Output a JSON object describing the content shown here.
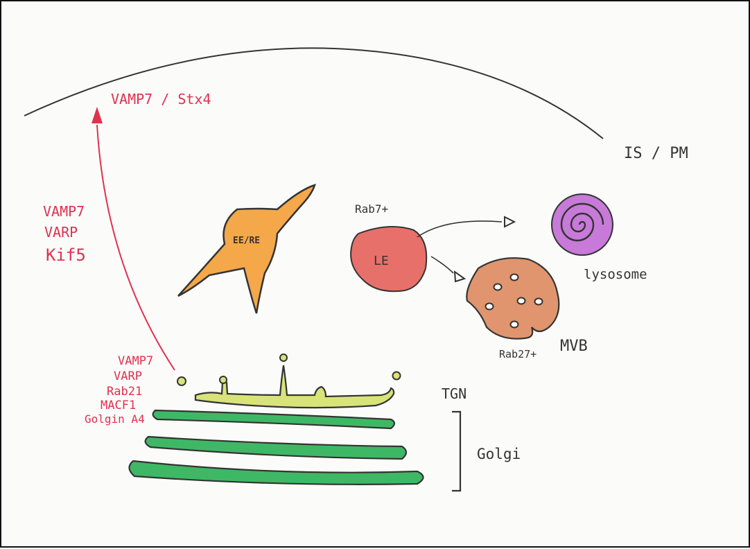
{
  "colors": {
    "red_label": "#e0314e",
    "ink": "#333333",
    "ee_re": "#f4a84a",
    "le": "#e8706a",
    "lysosome": "#c77ad8",
    "mvb": "#e0956e",
    "tgn": "#d8e37a",
    "golgi": "#3fb865"
  },
  "labels": {
    "pm_arrow_target": "VAMP7 / Stx4",
    "transport_machinery": [
      "VAMP7",
      "VARP",
      "Kif5"
    ],
    "tgn_machinery": [
      "VAMP7",
      "VARP",
      "Rab21",
      "MACF1",
      "Golgin A4"
    ],
    "is_pm": "IS / PM",
    "ee_re": "EE/RE",
    "rab7_le": "Rab7+",
    "le": "LE",
    "lysosome": "lysosome",
    "mvb": "MVB",
    "rab27_mvb": "Rab27+",
    "tgn": "TGN",
    "golgi": "Golgi"
  }
}
